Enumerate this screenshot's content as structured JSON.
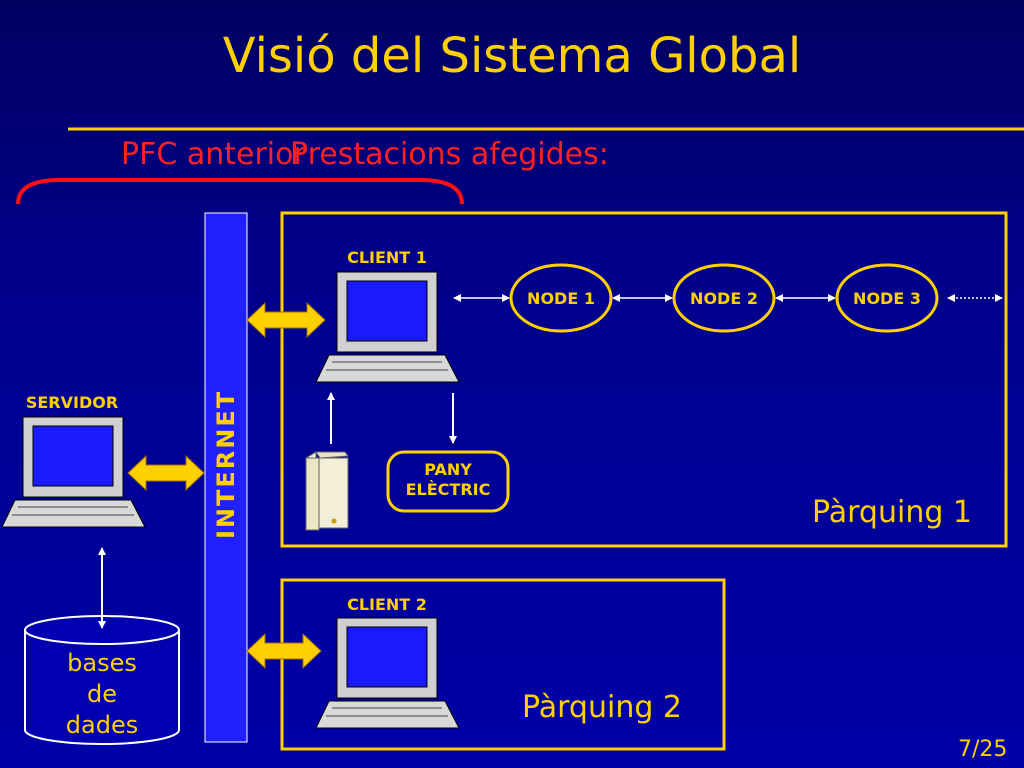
{
  "title": "Visió del Sistema Global",
  "subtitle": {
    "previous": "PFC anterior",
    "added": "Prestacions afegides:"
  },
  "servidor": {
    "label": "SERVIDOR"
  },
  "database": {
    "line1": "bases",
    "line2": "de",
    "line3": "dades"
  },
  "internet": {
    "label": "INTERNET"
  },
  "parking1": {
    "label": "Pàrquing 1",
    "client_label": "CLIENT 1",
    "nodes": [
      "NODE 1",
      "NODE 2",
      "NODE 3"
    ],
    "lock_line1": "PANY",
    "lock_line2": "ELÈCTRIC"
  },
  "parking2": {
    "label": "Pàrquing 2",
    "client_label": "CLIENT 2"
  },
  "page_number": "7/25",
  "colors": {
    "accent": "#ffd000",
    "highlight": "#ff2020",
    "background": "#0000a0",
    "screen": "#1a1aff"
  }
}
